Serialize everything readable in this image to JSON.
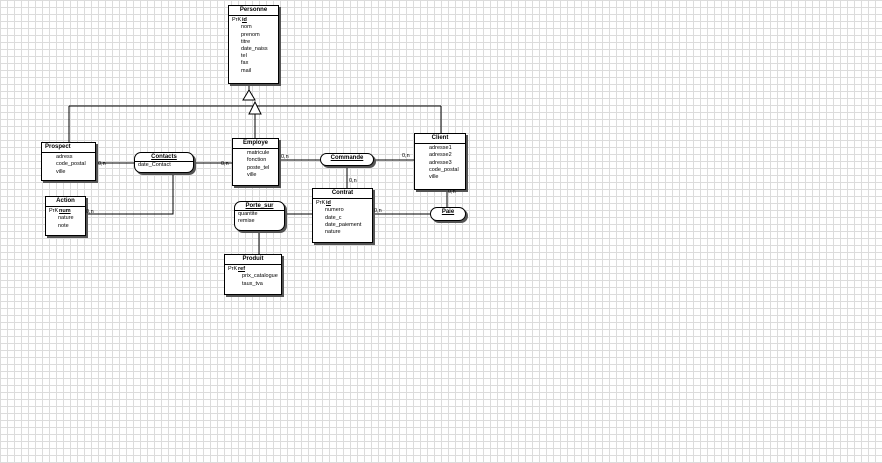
{
  "entities": {
    "personne": {
      "title": "Personne",
      "pk_label": "PrK",
      "key": "id",
      "attributes": [
        "nom",
        "prenom",
        "titre",
        "date_naiss",
        "tel",
        "fax",
        "mail"
      ]
    },
    "prospect": {
      "title": "Prospect",
      "attributes": [
        "adress",
        "code_postal",
        "ville"
      ]
    },
    "action": {
      "title": "Action",
      "pk_label": "PrK",
      "key": "num",
      "attributes": [
        "nature",
        "note"
      ]
    },
    "employe": {
      "title": "Employe",
      "attributes": [
        "matricule",
        "fonction",
        "poste_tel",
        "ville"
      ]
    },
    "client": {
      "title": "Client",
      "attributes": [
        "adresse1",
        "adresse2",
        "adresse3",
        "code_postal",
        "ville"
      ]
    },
    "contrat": {
      "title": "Contrat",
      "pk_label": "PrK",
      "key": "id",
      "attributes": [
        "numero",
        "date_c",
        "date_paiement",
        "nature"
      ]
    },
    "produit": {
      "title": "Produit",
      "pk_label": "PrK",
      "key": "ref",
      "attributes": [
        "prix_catalogue",
        "taux_tva"
      ]
    }
  },
  "associations": {
    "contacts": {
      "title": "Contacts",
      "attributes": [
        "date_Contact"
      ]
    },
    "commande": {
      "title": "Commande",
      "attributes": []
    },
    "porte_sur": {
      "title": "Porte_sur",
      "attributes": [
        "quantite",
        "remise"
      ]
    },
    "paie": {
      "title": "Paie",
      "attributes": []
    }
  },
  "cardinalities": {
    "prospect_contacts": "0,n",
    "contacts_employe": "0,n",
    "action_contacts": "0,n",
    "employe_commande": "0,n",
    "commande_client": "0,n",
    "commande_contrat": "0,n",
    "contrat_paie": "0,n",
    "paie_client": "0,n"
  }
}
